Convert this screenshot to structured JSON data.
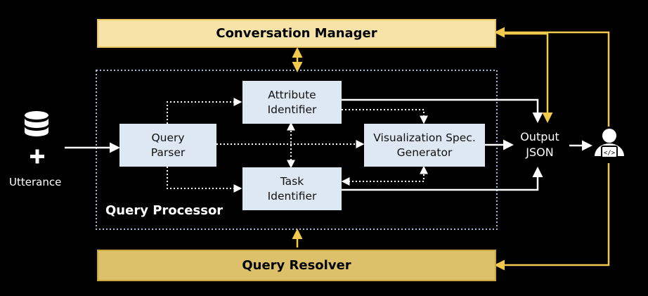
{
  "conversation_manager": "Conversation Manager",
  "query_resolver": "Query Resolver",
  "query_processor": "Query Processor",
  "query_parser": "Query\nParser",
  "attribute_identifier": "Attribute\nIdentifier",
  "task_identifier": "Task\nIdentifier",
  "vis_spec_generator": "Visualization Spec.\nGenerator",
  "output_json": "Output\nJSON",
  "utterance": "Utterance",
  "plus": "+",
  "icons": {
    "database": "database-icon",
    "user": "user-coder-icon"
  },
  "colors": {
    "gold": "#f7e3a7",
    "gold_arrow": "#f2c94c",
    "blue_box": "#dde8f3",
    "dotted_frame": "#9fb9d8"
  }
}
